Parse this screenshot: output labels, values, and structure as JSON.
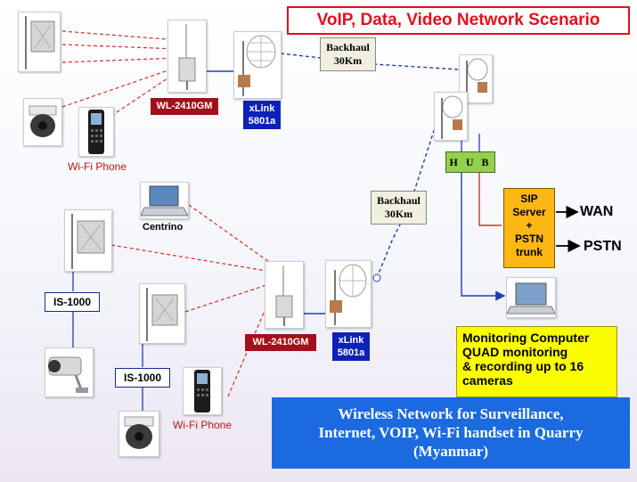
{
  "title": "VoIP, Data, Video Network Scenario",
  "top_site": {
    "access_point_label": "WL-2410GM",
    "link_label_line1": "xLink",
    "link_label_line2": "5801a",
    "phone_label": "Wi-Fi Phone"
  },
  "backhaul_top": {
    "line1": "Backhaul",
    "line2": "30Km"
  },
  "backhaul_mid": {
    "line1": "Backhaul",
    "line2": "30Km"
  },
  "hub_label": "H U B",
  "sip_box": {
    "line1": "SIP",
    "line2": "Server",
    "line3": "+",
    "line4": "PSTN",
    "line5": "trunk"
  },
  "outputs": {
    "wan": "WAN",
    "pstn": "PSTN"
  },
  "bottom_site": {
    "laptop_label": "Centrino",
    "is1000_a": "IS-1000",
    "is1000_b": "IS-1000",
    "access_point_label": "WL-2410GM",
    "link_label_line1": "xLink",
    "link_label_line2": "5801a",
    "phone_label": "Wi-Fi Phone"
  },
  "monitoring": {
    "line1": "Monitoring Computer",
    "line2": "QUAD monitoring",
    "line3": "& recording up to 16",
    "line4": "cameras"
  },
  "caption": {
    "line1": "Wireless Network for Surveillance,",
    "line2": "Internet, VOIP, Wi-Fi handset in Quarry",
    "line3": "(Myanmar)"
  },
  "colors": {
    "title_red": "#e0101c",
    "ap_label_bg": "#a3101a",
    "link_label_bg": "#0d21b8",
    "hub_green": "#93d050",
    "sip_orange": "#fcb714",
    "monitor_yellow": "#fcfc00",
    "caption_blue": "#1b6ae0",
    "wireless_red": "#d8282a",
    "backhaul_blue": "#1f3fae",
    "wired_blue": "#1f3fae",
    "hub_line_red": "#c0392b"
  }
}
